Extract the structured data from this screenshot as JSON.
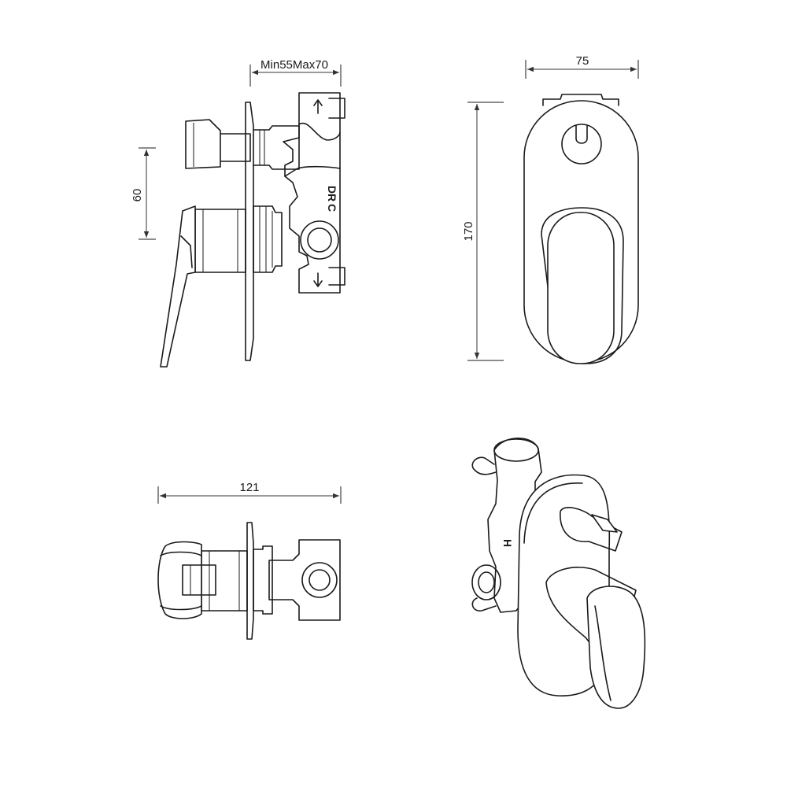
{
  "dimensions": {
    "depth_range": "Min55Max70",
    "height_offset": "60",
    "plate_width": "75",
    "plate_height": "170",
    "overall_depth": "121"
  },
  "markings": {
    "cold": "C",
    "diverter": "DR",
    "hot": "H"
  }
}
